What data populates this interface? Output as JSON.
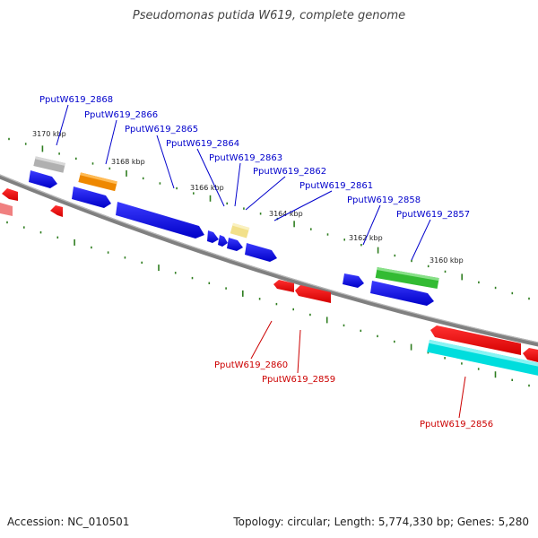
{
  "title": "Pseudomonas putida W619, complete genome",
  "footer": {
    "accession": "Accession: NC_010501",
    "topology": "Topology: circular; Length: 5,774,330 bp; Genes: 5,280"
  },
  "colors": {
    "backbone": "#808080",
    "blue_gene": "#0000dd",
    "red_gene": "#ee0000",
    "label_top": "#0000cc",
    "label_bottom": "#cc0000",
    "tick": "#2e7d1f"
  },
  "scale_labels": [
    "3170 kbp",
    "3168 kbp",
    "3166 kbp",
    "3164 kbp",
    "3162 kbp",
    "3160 kbp"
  ],
  "gene_labels_top": [
    "PputW619_2868",
    "PputW619_2866",
    "PputW619_2865",
    "PputW619_2864",
    "PputW619_2863",
    "PputW619_2862",
    "PputW619_2861",
    "PputW619_2858",
    "PputW619_2857"
  ],
  "gene_labels_bottom": [
    "PputW619_2860",
    "PputW619_2859",
    "PputW619_2856"
  ]
}
